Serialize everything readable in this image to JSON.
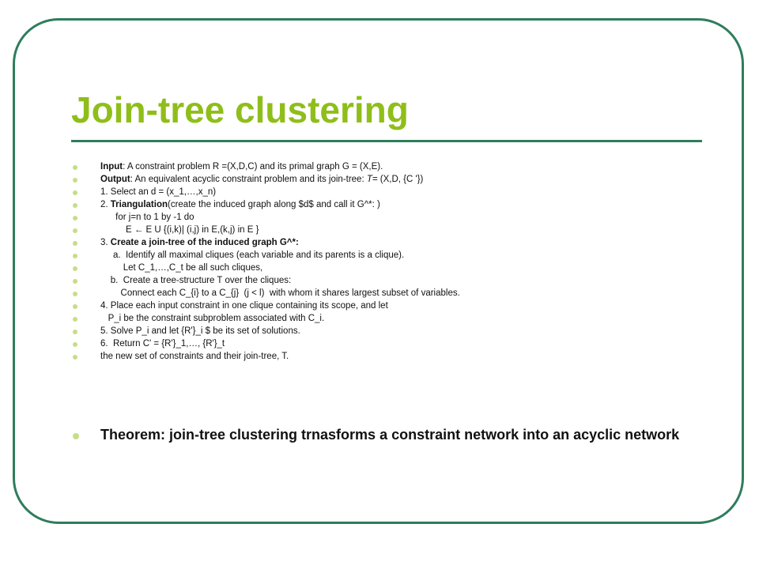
{
  "slide": {
    "title": "Join-tree clustering",
    "items": [
      {
        "b": "Input",
        "t": ": A constraint problem R =(X,D,C) and its primal graph G = (X,E)."
      },
      {
        "b": "Output",
        "t": ": An equivalent acyclic constraint problem and its join-tree: ",
        "it": "T=",
        "t2": " (X,D, {C '})"
      },
      {
        "t": "1. Select an d = (x_1,…,x_n)"
      },
      {
        "t": "2. ",
        "b": "Triangulation",
        "t2": "(create the induced graph along $d$ and call it G^*: )"
      },
      {
        "t": "      for j=n to 1 by -1 do"
      },
      {
        "t": "          E ← E U {(i,k)| (i,j) in E,(k,j) in E }"
      },
      {
        "t": "3. ",
        "b": "Create a join-tree of the induced graph G^*:"
      },
      {
        "t": "     a.  Identify all maximal cliques (each variable and its parents is a clique)."
      },
      {
        "t": "         Let C_1,…,C_t be all such cliques,"
      },
      {
        "t": "    b.  Create a tree-structure T over the cliques:"
      },
      {
        "t": "        Connect each C_{i} to a C_{j}  (j < l)  with whom it shares largest subset of variables."
      },
      {
        "t": "4. Place each input constraint in one clique containing its scope, and let"
      },
      {
        "t": "   P_i be the constraint subproblem associated with C_i."
      },
      {
        "t": "5. Solve P_i and let {R'}_i $ be its set of solutions."
      },
      {
        "t": "6.  Return C' = {R'}_1,…, {R'}_t"
      },
      {
        "t": "the new set of constraints and their join-tree, T."
      }
    ],
    "theorem": "Theorem: join-tree clustering trnasforms a constraint network into an acyclic network"
  },
  "colors": {
    "title": "#8fbe1a",
    "frame": "#2e7d5c",
    "bullet": "#c6dd8a"
  }
}
